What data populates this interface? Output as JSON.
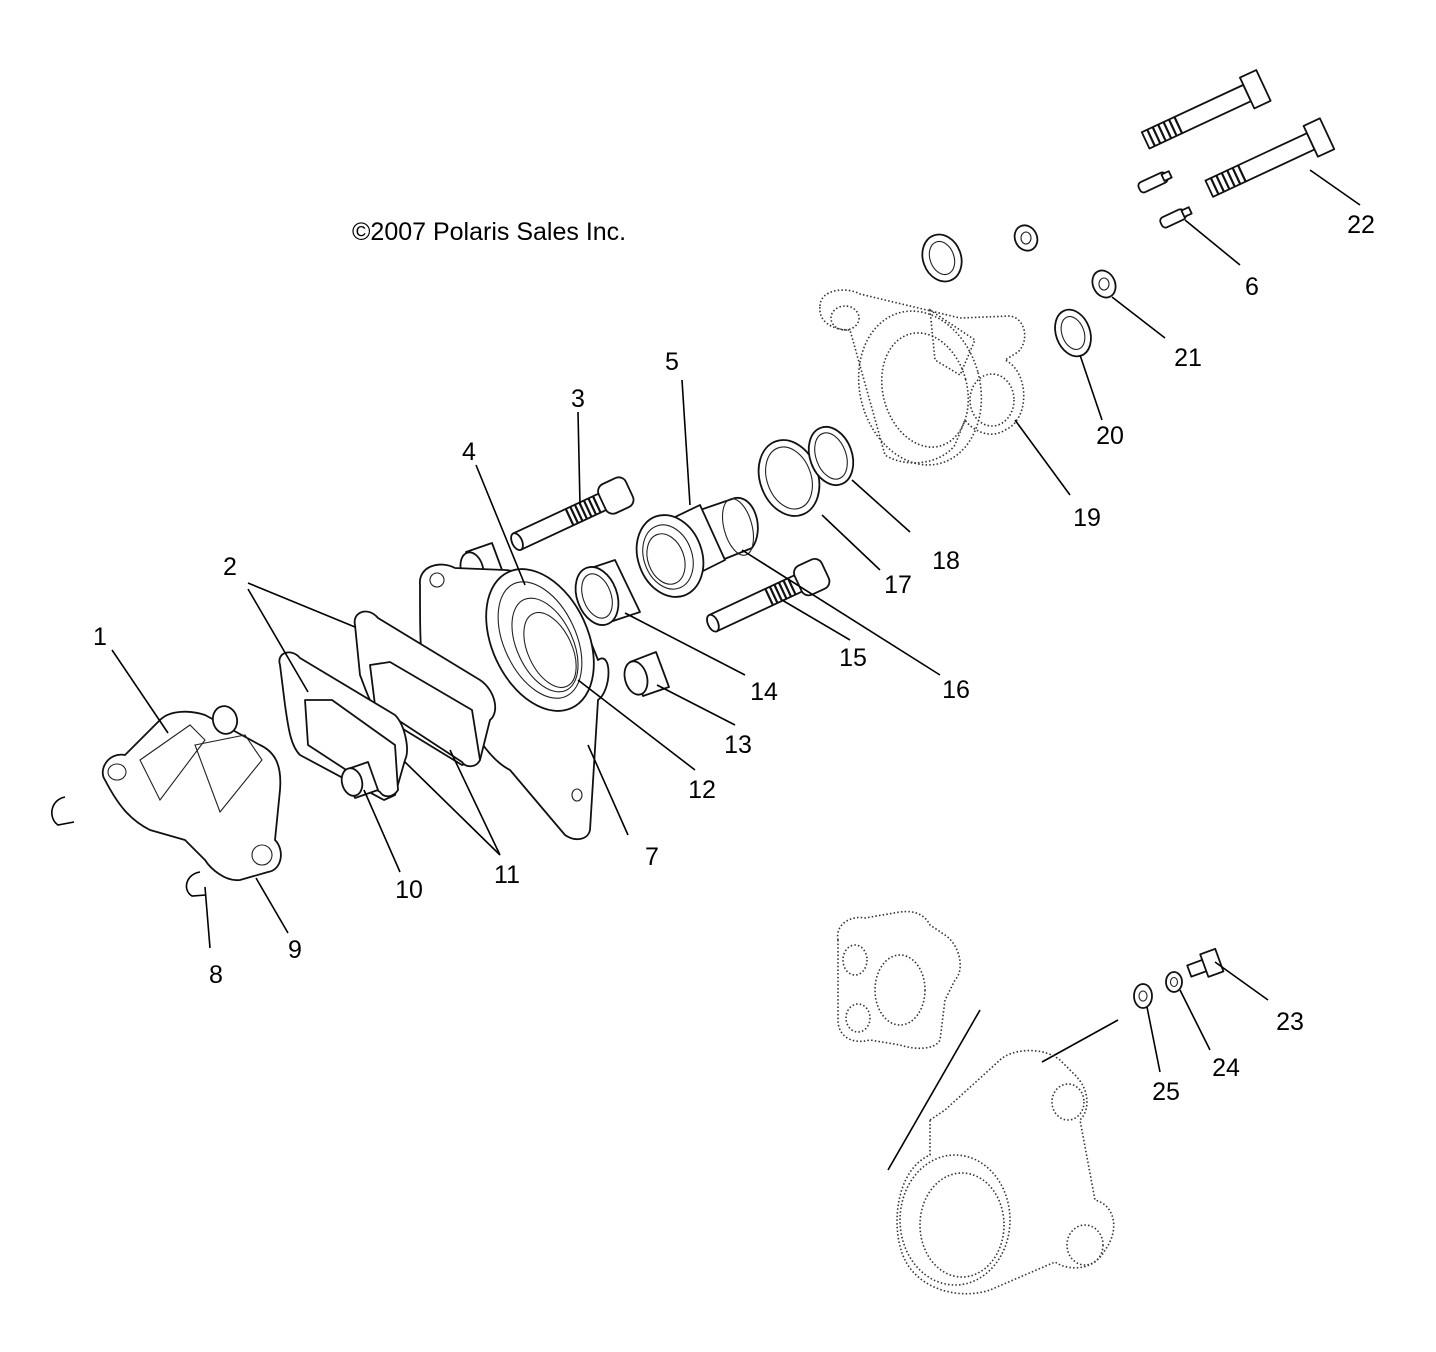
{
  "copyright": "©2007 Polaris Sales Inc.",
  "callouts": [
    "1",
    "2",
    "3",
    "4",
    "5",
    "6",
    "7",
    "8",
    "9",
    "10",
    "11",
    "12",
    "13",
    "14",
    "15",
    "16",
    "17",
    "18",
    "19",
    "20",
    "21",
    "22",
    "23",
    "24",
    "25"
  ]
}
